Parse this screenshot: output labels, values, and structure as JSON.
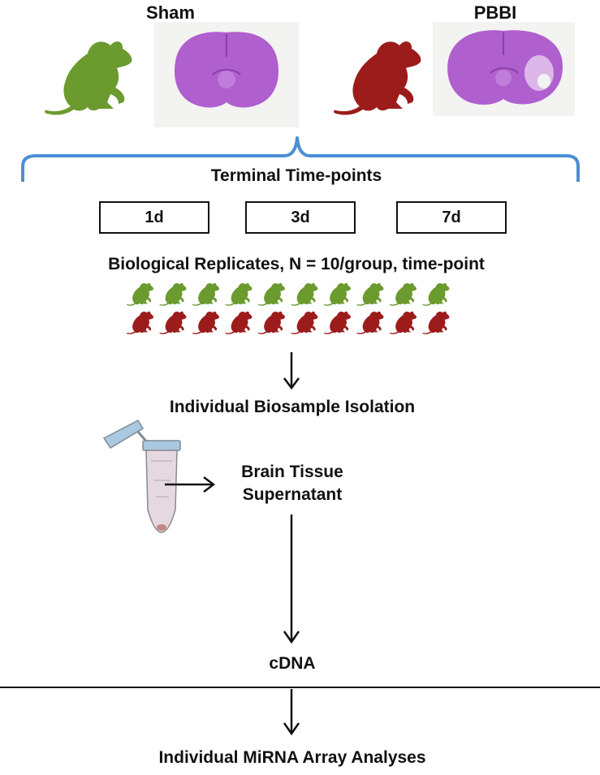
{
  "groups": [
    {
      "label": "Sham",
      "color": "#6b9a2e"
    },
    {
      "label": "PBBI",
      "color": "#9c1c1c"
    }
  ],
  "section_title": "Terminal Time-points",
  "timepoints": [
    "1d",
    "3d",
    "7d"
  ],
  "replicates_label": "Biological Replicates, N = 10/group, time-point",
  "replicates_per_group": 10,
  "isolation_label": "Individual Biosample Isolation",
  "tube_label_line1": "Brain Tissue",
  "tube_label_line2": "Supernatant",
  "cdna_label": "cDNA",
  "final_label": "Individual MiRNA Array Analyses",
  "colors": {
    "brace": "#4a8fd6",
    "tissue": "#b05fcf",
    "tube_cap": "#aac9e0",
    "tube_body": "#e6d8e0"
  }
}
